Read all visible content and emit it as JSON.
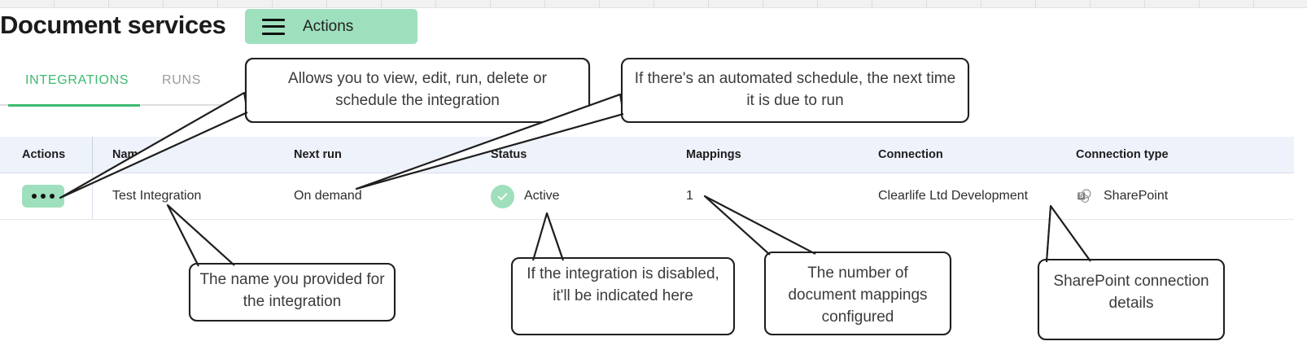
{
  "header": {
    "title": "Document services",
    "actions_button": {
      "label": "Actions",
      "icon": "hamburger-icon",
      "color": "#9ee0bd"
    }
  },
  "tabs": [
    {
      "label": "INTEGRATIONS",
      "active": true,
      "color": "#3cbb6f"
    },
    {
      "label": "RUNS",
      "active": false,
      "color": "#9b9b9b"
    }
  ],
  "table": {
    "columns": [
      "Actions",
      "Name",
      "Next run",
      "Status",
      "Mappings",
      "Connection",
      "Connection type"
    ],
    "rows": [
      {
        "actions": {
          "icon": "ellipsis-icon",
          "label": "•••"
        },
        "name": "Test Integration",
        "next_run": "On demand",
        "status": {
          "label": "Active",
          "icon": "check-circle-icon",
          "color": "#9fdfbc"
        },
        "mappings": "1",
        "connection": "Clearlife Ltd Development",
        "connection_type": {
          "label": "SharePoint",
          "icon": "sharepoint-icon"
        }
      }
    ]
  },
  "annotations": [
    {
      "id": "actions-callout",
      "text": "Allows you to view, edit, run, delete or schedule the integration"
    },
    {
      "id": "nextrun-callout",
      "text": "If there's an automated schedule, the next time it is due to run"
    },
    {
      "id": "name-callout",
      "text": "The name you provided for the integration"
    },
    {
      "id": "status-callout",
      "text": "If the integration is disabled, it'll be indicated here"
    },
    {
      "id": "mappings-callout",
      "text": "The number of document mappings configured"
    },
    {
      "id": "conntype-callout",
      "text": "SharePoint connection details"
    }
  ]
}
